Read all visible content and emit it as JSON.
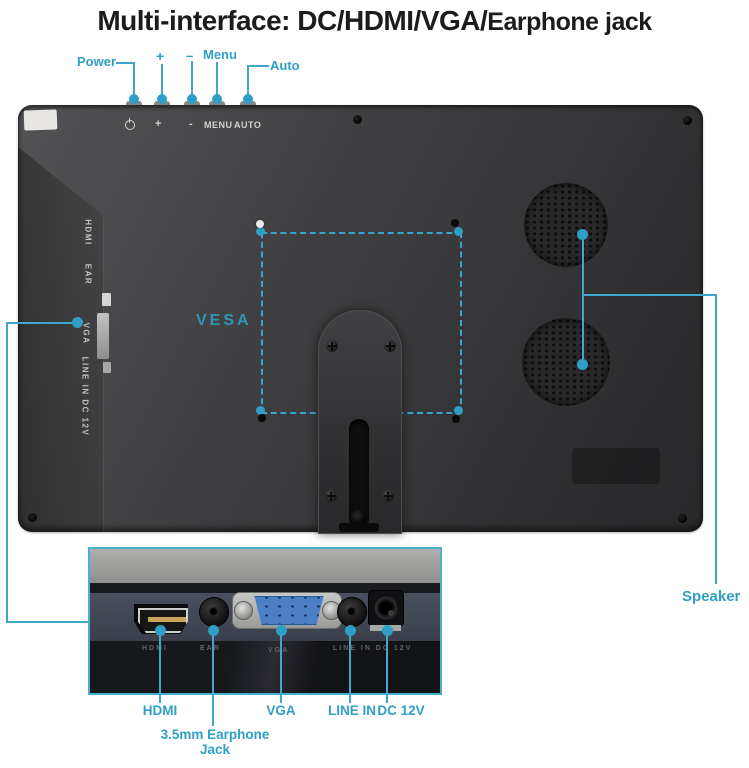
{
  "accent": "#2f9fc6",
  "title": {
    "part1": "Multi-interface: DC/HDMI/VGA/",
    "part2": "Earphone jack"
  },
  "top_callouts": {
    "power": "Power",
    "plus": "+",
    "minus": "–",
    "menu": "Menu",
    "auto": "Auto"
  },
  "device_buttons": {
    "plus": "+",
    "minus": "-",
    "menu": "MENU",
    "auto": "AUTO"
  },
  "side_labels": {
    "hdmi": "HDMI",
    "ear": "EAR",
    "vga": "VGA",
    "line_in_dc": "LINE IN DC 12V"
  },
  "vesa_label": "VESA",
  "speaker_label": "Speaker",
  "closeup_embossed": {
    "hdmi": "HDMI",
    "ear": "EAR",
    "vga": "VGA",
    "line_in_dc": "LINE IN  DC 12V"
  },
  "closeup_labels": {
    "hdmi": "HDMI",
    "earphone_line1": "3.5mm Earphone",
    "earphone_line2": "Jack",
    "vga": "VGA",
    "line_in": "LINE IN",
    "dc": "DC 12V"
  }
}
